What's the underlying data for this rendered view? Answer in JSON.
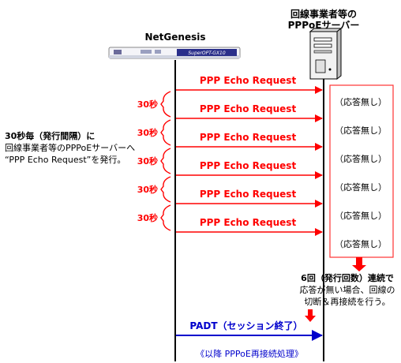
{
  "client": {
    "name": "NetGenesis",
    "device_label": "SuperOPT-GX10"
  },
  "server": {
    "title_line1": "回線事業者等の",
    "title_line2": "PPPoEサーバー"
  },
  "interval_label": "30秒",
  "requests": [
    {
      "label": "PPP Echo Request",
      "response": "（応答無し）"
    },
    {
      "label": "PPP Echo Request",
      "response": "（応答無し）"
    },
    {
      "label": "PPP Echo Request",
      "response": "（応答無し）"
    },
    {
      "label": "PPP Echo Request",
      "response": "（応答無し）"
    },
    {
      "label": "PPP Echo Request",
      "response": "（応答無し）"
    },
    {
      "label": "PPP Echo Request",
      "response": "（応答無し）"
    }
  ],
  "left_note": {
    "line1": "30秒毎（発行間隔）に",
    "line2": "回線事業者等のPPPoEサーバーへ",
    "line3": "“PPP Echo Request”を発行。"
  },
  "right_note": {
    "line1": "6回（発行回数）連続で",
    "line2": "応答が無い場合、回線の",
    "line3": "切断＆再接続を行う。"
  },
  "padt_label": "PADT（セッション終了）",
  "footer_note": "《以降 PPPoE再接続処理》",
  "colors": {
    "request": "#ff0000",
    "padt": "#0000cc",
    "line": "#000000",
    "box": "#ff3333"
  }
}
